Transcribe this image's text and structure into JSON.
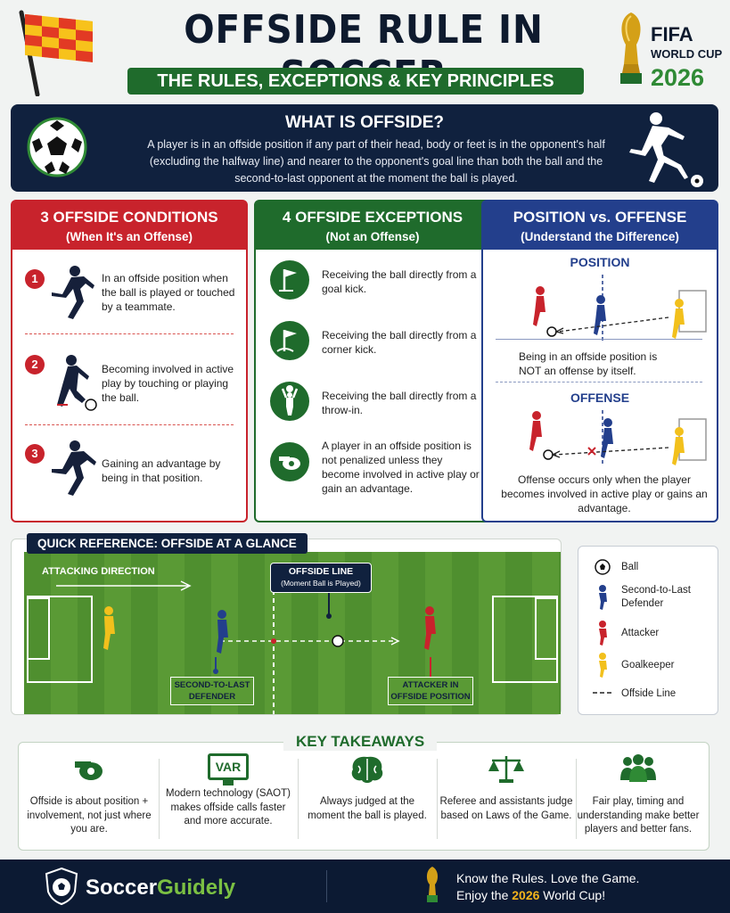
{
  "header": {
    "title": "OFFSIDE RULE IN SOCCER",
    "subtitle": "THE RULES, EXCEPTIONS & KEY PRINCIPLES",
    "fifa_line1": "FIFA",
    "fifa_line2": "WORLD CUP",
    "fifa_year": "2026"
  },
  "what": {
    "heading": "WHAT IS OFFSIDE?",
    "text": "A player is in an offside position if any part of their head, body or feet is in the opponent's half (excluding the halfway line) and nearer to the opponent's goal line than both the ball and the second-to-last opponent at the moment the ball is played."
  },
  "conditions": {
    "title": "3 OFFSIDE CONDITIONS",
    "subtitle": "(When It's an Offense)",
    "items": [
      {
        "num": "1",
        "text": "In an offside position when the ball is played or touched by a teammate."
      },
      {
        "num": "2",
        "text": "Becoming involved in active play by touching or playing the ball."
      },
      {
        "num": "3",
        "text": "Gaining an advantage by being in that position."
      }
    ]
  },
  "exceptions": {
    "title": "4 OFFSIDE EXCEPTIONS",
    "subtitle": "(Not an Offense)",
    "items": [
      {
        "icon": "goal-kick-flag-icon",
        "text": "Receiving the ball directly from a goal kick."
      },
      {
        "icon": "corner-flag-icon",
        "text": "Receiving the ball directly from a corner kick."
      },
      {
        "icon": "throw-in-icon",
        "text": "Receiving the ball directly from a throw-in."
      },
      {
        "icon": "whistle-icon",
        "text": "A player in an offside position is not penalized unless they become involved in active play or gain an advantage."
      }
    ]
  },
  "position_vs": {
    "title": "POSITION vs. OFFENSE",
    "subtitle": "(Understand the Difference)",
    "position_label": "POSITION",
    "position_text": "Being in an offside position is NOT an offense by itself.",
    "offense_label": "OFFENSE",
    "offense_text": "Offense occurs only when the player becomes involved in active play or gains an advantage."
  },
  "quick_ref": {
    "title": "QUICK REFERENCE: OFFSIDE AT A GLANCE",
    "attacking_direction": "ATTACKING DIRECTION",
    "offside_line_label": "OFFSIDE LINE",
    "offside_line_sub": "(Moment Ball is Played)",
    "defender_label_1": "SECOND-TO-LAST",
    "defender_label_2": "DEFENDER",
    "attacker_label_1": "ATTACKER IN",
    "attacker_label_2": "OFFSIDE POSITION"
  },
  "legend": {
    "items": [
      {
        "icon": "ball-icon",
        "label": "Ball"
      },
      {
        "icon": "defender-icon",
        "label": "Second-to-Last Defender"
      },
      {
        "icon": "attacker-icon",
        "label": "Attacker"
      },
      {
        "icon": "goalkeeper-icon",
        "label": "Goalkeeper"
      },
      {
        "icon": "dashed-line-icon",
        "label": "Offside Line"
      }
    ]
  },
  "takeaways": {
    "title": "KEY TAKEAWAYS",
    "items": [
      {
        "icon": "whistle-icon",
        "text": "Offside is about position + involvement, not just where you are."
      },
      {
        "icon": "var-monitor-icon",
        "icon_text": "VAR",
        "text": "Modern technology (SAOT) makes offside calls faster and more accurate."
      },
      {
        "icon": "brain-icon",
        "text": "Always judged at the moment the ball is played."
      },
      {
        "icon": "scales-icon",
        "text": "Referee and assistants judge based on Laws of the Game."
      },
      {
        "icon": "team-icon",
        "text": "Fair play, timing and understanding make better players and better fans."
      }
    ]
  },
  "footer": {
    "brand_1": "Soccer",
    "brand_2": "Guidely",
    "tagline_1": "Know the Rules. Love the Game.",
    "tagline_2a": "Enjoy the ",
    "tagline_2b": "2026",
    "tagline_2c": " World Cup!"
  },
  "colors": {
    "red": "#c8232c",
    "green": "#1f6b2c",
    "blue": "#233f8c",
    "navy": "#10213e",
    "yellow": "#f2c01c"
  }
}
